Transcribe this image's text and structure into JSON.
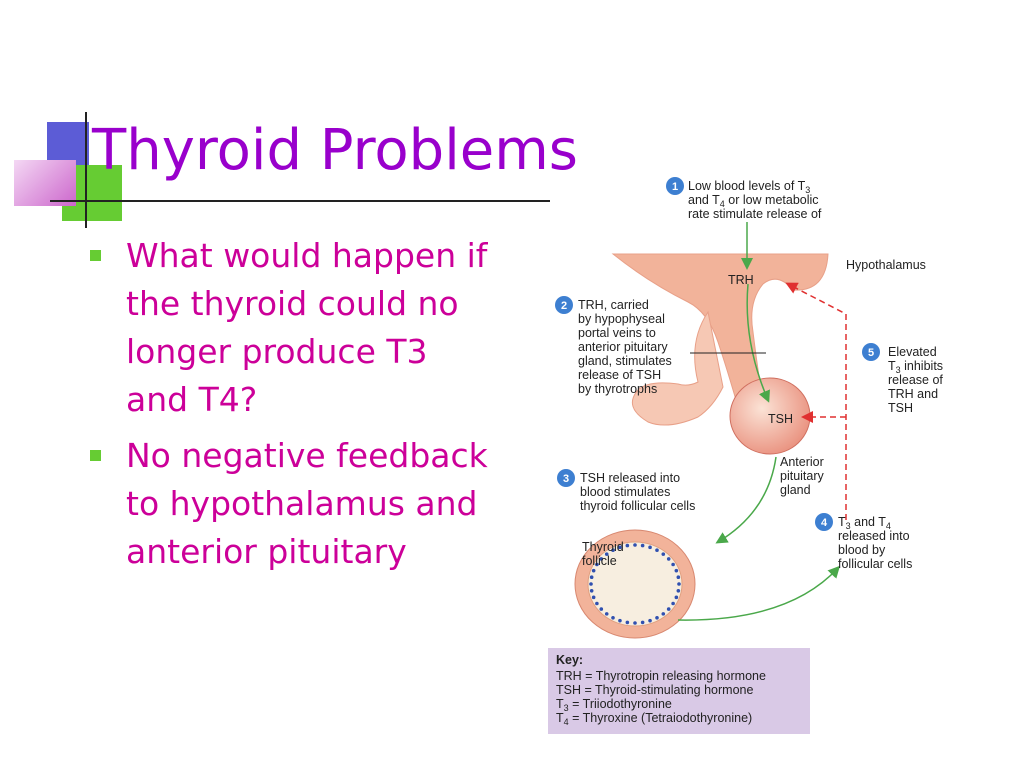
{
  "slide": {
    "title": "Thyroid Problems",
    "bullets": [
      "What would happen if the thyroid could no longer produce T3 and T4?",
      "No negative feedback to hypothalamus and anterior pituitary"
    ]
  },
  "figure": {
    "step1": [
      "Low blood levels of T",
      "and T",
      " or low  metabolic",
      "rate stimulate release of"
    ],
    "step2": [
      "TRH, carried",
      "by hypophyseal",
      "portal veins to",
      "anterior pituitary",
      "gland, stimulates",
      "release of TSH",
      "by thyrotrophs"
    ],
    "step3": [
      "TSH released into",
      "blood stimulates",
      "thyroid follicular cells"
    ],
    "step4": [
      "T",
      " and T",
      "released into",
      "blood by",
      "follicular cells"
    ],
    "step5": [
      "Elevated",
      "T",
      " inhibits",
      "release of",
      "TRH and",
      "TSH"
    ],
    "numbers": [
      "1",
      "2",
      "3",
      "4",
      "5"
    ],
    "sub3": "3",
    "sub4": "4",
    "labels": {
      "hypothalamus": "Hypothalamus",
      "trh": "TRH",
      "tsh": "TSH",
      "anterior_pituitary": [
        "Anterior",
        "pituitary",
        "gland"
      ],
      "thyroid_follicle": [
        "Thyroid",
        "follicle"
      ]
    },
    "key": {
      "heading": "Key:",
      "lines": [
        "TRH = Thyrotropin releasing hormone",
        "TSH = Thyroid-stimulating hormone",
        " = Triiodothyronine",
        " = Thyroxine (Tetraiodothyronine)"
      ],
      "t": "T"
    },
    "colors": {
      "badge": "#3d7fd1",
      "arrow_green": "#4aa84a",
      "arrow_red": "#e03030",
      "tissue": "#f2b39a",
      "key_bg": "#d9c9e6"
    }
  }
}
